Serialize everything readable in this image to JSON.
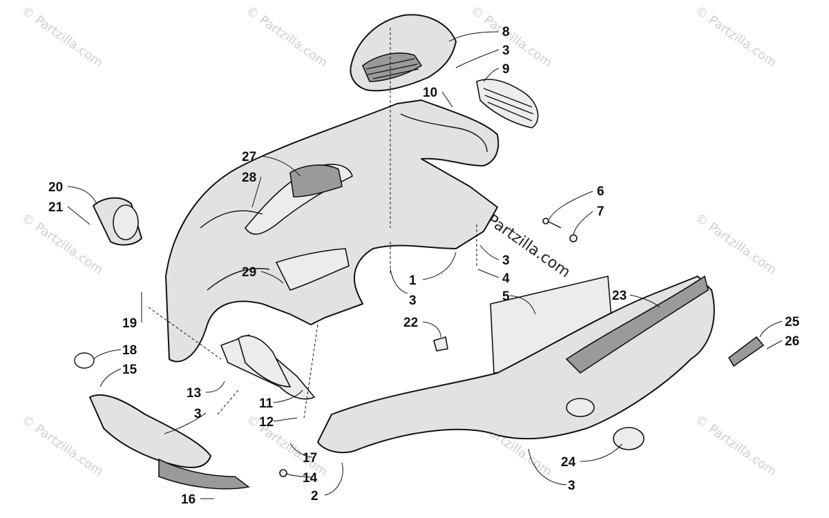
{
  "watermark": {
    "text": "© Partzilla.com",
    "center_text": "© Partzilla.com"
  },
  "callouts": [
    {
      "id": "c8",
      "label": "8"
    },
    {
      "id": "c3a",
      "label": "3"
    },
    {
      "id": "c9",
      "label": "9"
    },
    {
      "id": "c10",
      "label": "10"
    },
    {
      "id": "c27",
      "label": "27"
    },
    {
      "id": "c28",
      "label": "28"
    },
    {
      "id": "c20",
      "label": "20"
    },
    {
      "id": "c21",
      "label": "21"
    },
    {
      "id": "c6",
      "label": "6"
    },
    {
      "id": "c7",
      "label": "7"
    },
    {
      "id": "c29",
      "label": "29"
    },
    {
      "id": "c3b",
      "label": "3"
    },
    {
      "id": "c4",
      "label": "4"
    },
    {
      "id": "c5",
      "label": "5"
    },
    {
      "id": "c1",
      "label": "1"
    },
    {
      "id": "c3c",
      "label": "3"
    },
    {
      "id": "c23",
      "label": "23"
    },
    {
      "id": "c19",
      "label": "19"
    },
    {
      "id": "c22",
      "label": "22"
    },
    {
      "id": "c25",
      "label": "25"
    },
    {
      "id": "c26",
      "label": "26"
    },
    {
      "id": "c18",
      "label": "18"
    },
    {
      "id": "c15",
      "label": "15"
    },
    {
      "id": "c13",
      "label": "13"
    },
    {
      "id": "c11",
      "label": "11"
    },
    {
      "id": "c3d",
      "label": "3"
    },
    {
      "id": "c12",
      "label": "12"
    },
    {
      "id": "c24",
      "label": "24"
    },
    {
      "id": "c17",
      "label": "17"
    },
    {
      "id": "c14",
      "label": "14"
    },
    {
      "id": "c3e",
      "label": "3"
    },
    {
      "id": "c16",
      "label": "16"
    },
    {
      "id": "c2",
      "label": "2"
    }
  ]
}
